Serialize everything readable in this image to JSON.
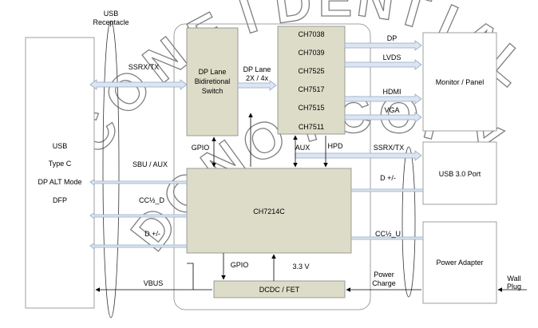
{
  "watermark": [
    "C",
    "O",
    "N",
    "F",
    "I",
    "D",
    "E",
    "N",
    "T",
    "I",
    "A",
    "L",
    "D",
    "O",
    "N",
    "O",
    "T",
    "C",
    "O",
    "P",
    "Y"
  ],
  "labels": {
    "usb_receptacle_1": "USB",
    "usb_receptacle_2": "Receptacle",
    "usb_typec_1": "USB",
    "usb_typec_2": "Type C",
    "usb_typec_3": "DP ALT Mode",
    "usb_typec_4": "DFP",
    "ssrx_tx_left": "SSRX/TX",
    "sbu_aux": "SBU / AUX",
    "cc_d": "CC½_D",
    "d_pm_left": "D +/-",
    "vbus": "VBUS",
    "switch_1": "DP Lane",
    "switch_2": "Bidiretional",
    "switch_3": "Switch",
    "dp_lane_1": "DP Lane",
    "dp_lane_2": "2X / 4x",
    "gpio_top": "GPIO",
    "aux": "AUX",
    "hpd": "HPD",
    "gpio_bottom": "GPIO",
    "v33": "3.3 V",
    "dcdc": "DCDC  / FET",
    "power_charge_1": "Power",
    "power_charge_2": "Charge",
    "wall_plug_1": "Wall",
    "wall_plug_2": "Plug",
    "main_chip": "CH7214C",
    "ssrx_tx_right": "SSRX/TX",
    "d_pm_right": "D +/-",
    "cc_u": "CC½_U",
    "monitor": "Monitor / Panel",
    "usb_port": "USB 3.0 Port",
    "power_adapter": "Power Adapter"
  },
  "chips": [
    "CH7038",
    "CH7039",
    "CH7525",
    "CH7517",
    "CH7515",
    "CH7511"
  ],
  "outputs": [
    "DP",
    "LVDS",
    "HDMI",
    "VGA"
  ],
  "colors": {
    "block_fill": "#dcdcc8",
    "arrow_fill": "#dce6f2",
    "arrow_stroke": "#95a8c4",
    "line": "#000000"
  }
}
